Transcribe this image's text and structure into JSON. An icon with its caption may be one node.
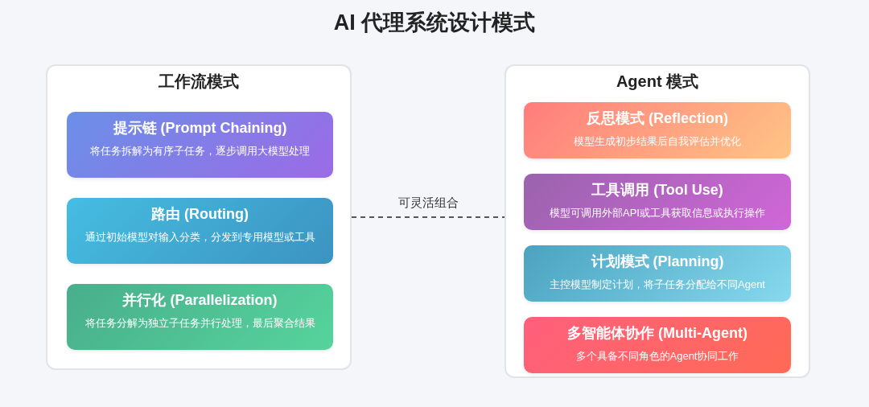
{
  "diagram": {
    "title": "AI 代理系统设计模式",
    "nodes": [
      {
        "text": [
          "工作流模式"
        ]
      },
      {
        "text": [
          "提示链 (Prompt Chaining)",
          "将任务拆解为有序子任务，逐步调用大模型处理"
        ],
        "in": 0
      },
      {
        "text": [
          "路由 (Routing)",
          "通过初始模型对输入分类，分发到专用模型或工具"
        ],
        "in": 0
      },
      {
        "text": [
          "并行化 (Parallelization)",
          "将任务分解为独立子任务并行处理，最后聚合结果"
        ],
        "in": 0
      },
      {
        "text": [
          "Agent 模式"
        ]
      },
      {
        "text": [
          "反思模式 (Reflection)",
          "模型生成初步结果后自我评估并优化"
        ],
        "in": 4
      },
      {
        "text": [
          "工具调用 (Tool Use)",
          "模型可调用外部API或工具获取信息或执行操作"
        ],
        "in": 4
      },
      {
        "text": [
          "计划模式 (Planning)",
          "主控模型制定计划，将子任务分配给不同Agent"
        ],
        "in": 4
      },
      {
        "text": [
          "多智能体协作 (Multi-Agent)",
          "多个具备不同角色的Agent协同工作"
        ],
        "in": 4
      }
    ],
    "edges": [
      {
        "from": 0,
        "to": 4,
        "arrow": "none",
        "label": "可灵活组合",
        "style": "dashed"
      }
    ]
  }
}
